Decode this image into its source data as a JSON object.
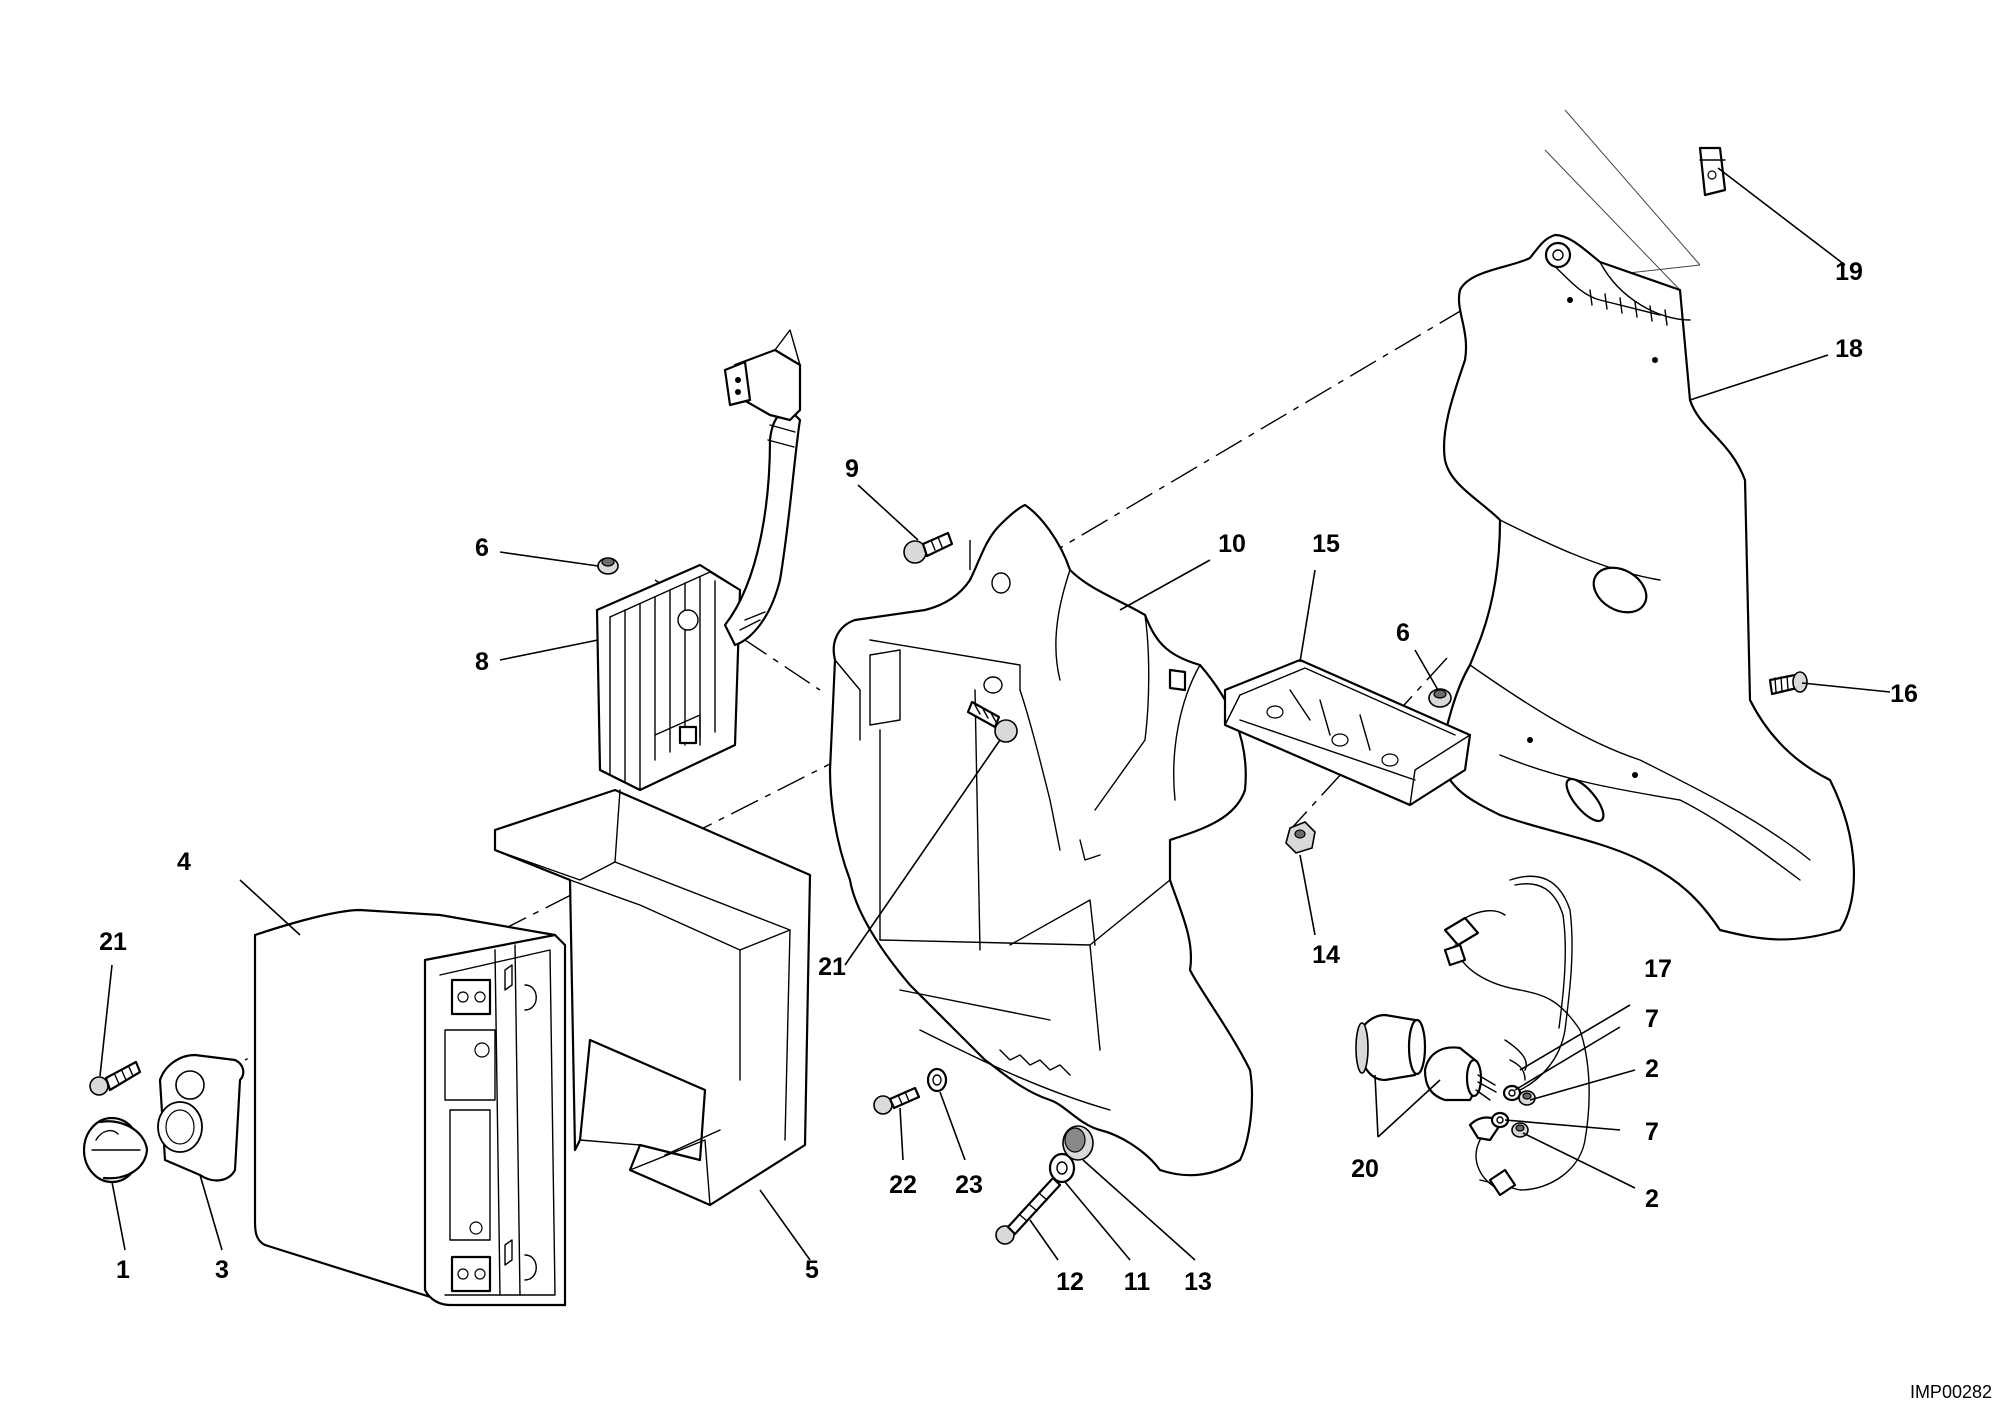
{
  "figure": {
    "reference_code": "IMP00282"
  },
  "callouts": [
    {
      "number": "1"
    },
    {
      "number": "2"
    },
    {
      "number": "2"
    },
    {
      "number": "3"
    },
    {
      "number": "4"
    },
    {
      "number": "5"
    },
    {
      "number": "6"
    },
    {
      "number": "6"
    },
    {
      "number": "7"
    },
    {
      "number": "7"
    },
    {
      "number": "8"
    },
    {
      "number": "9"
    },
    {
      "number": "10"
    },
    {
      "number": "11"
    },
    {
      "number": "12"
    },
    {
      "number": "13"
    },
    {
      "number": "14"
    },
    {
      "number": "15"
    },
    {
      "number": "16"
    },
    {
      "number": "17"
    },
    {
      "number": "18"
    },
    {
      "number": "19"
    },
    {
      "number": "20"
    },
    {
      "number": "21"
    },
    {
      "number": "21"
    },
    {
      "number": "22"
    },
    {
      "number": "23"
    }
  ]
}
